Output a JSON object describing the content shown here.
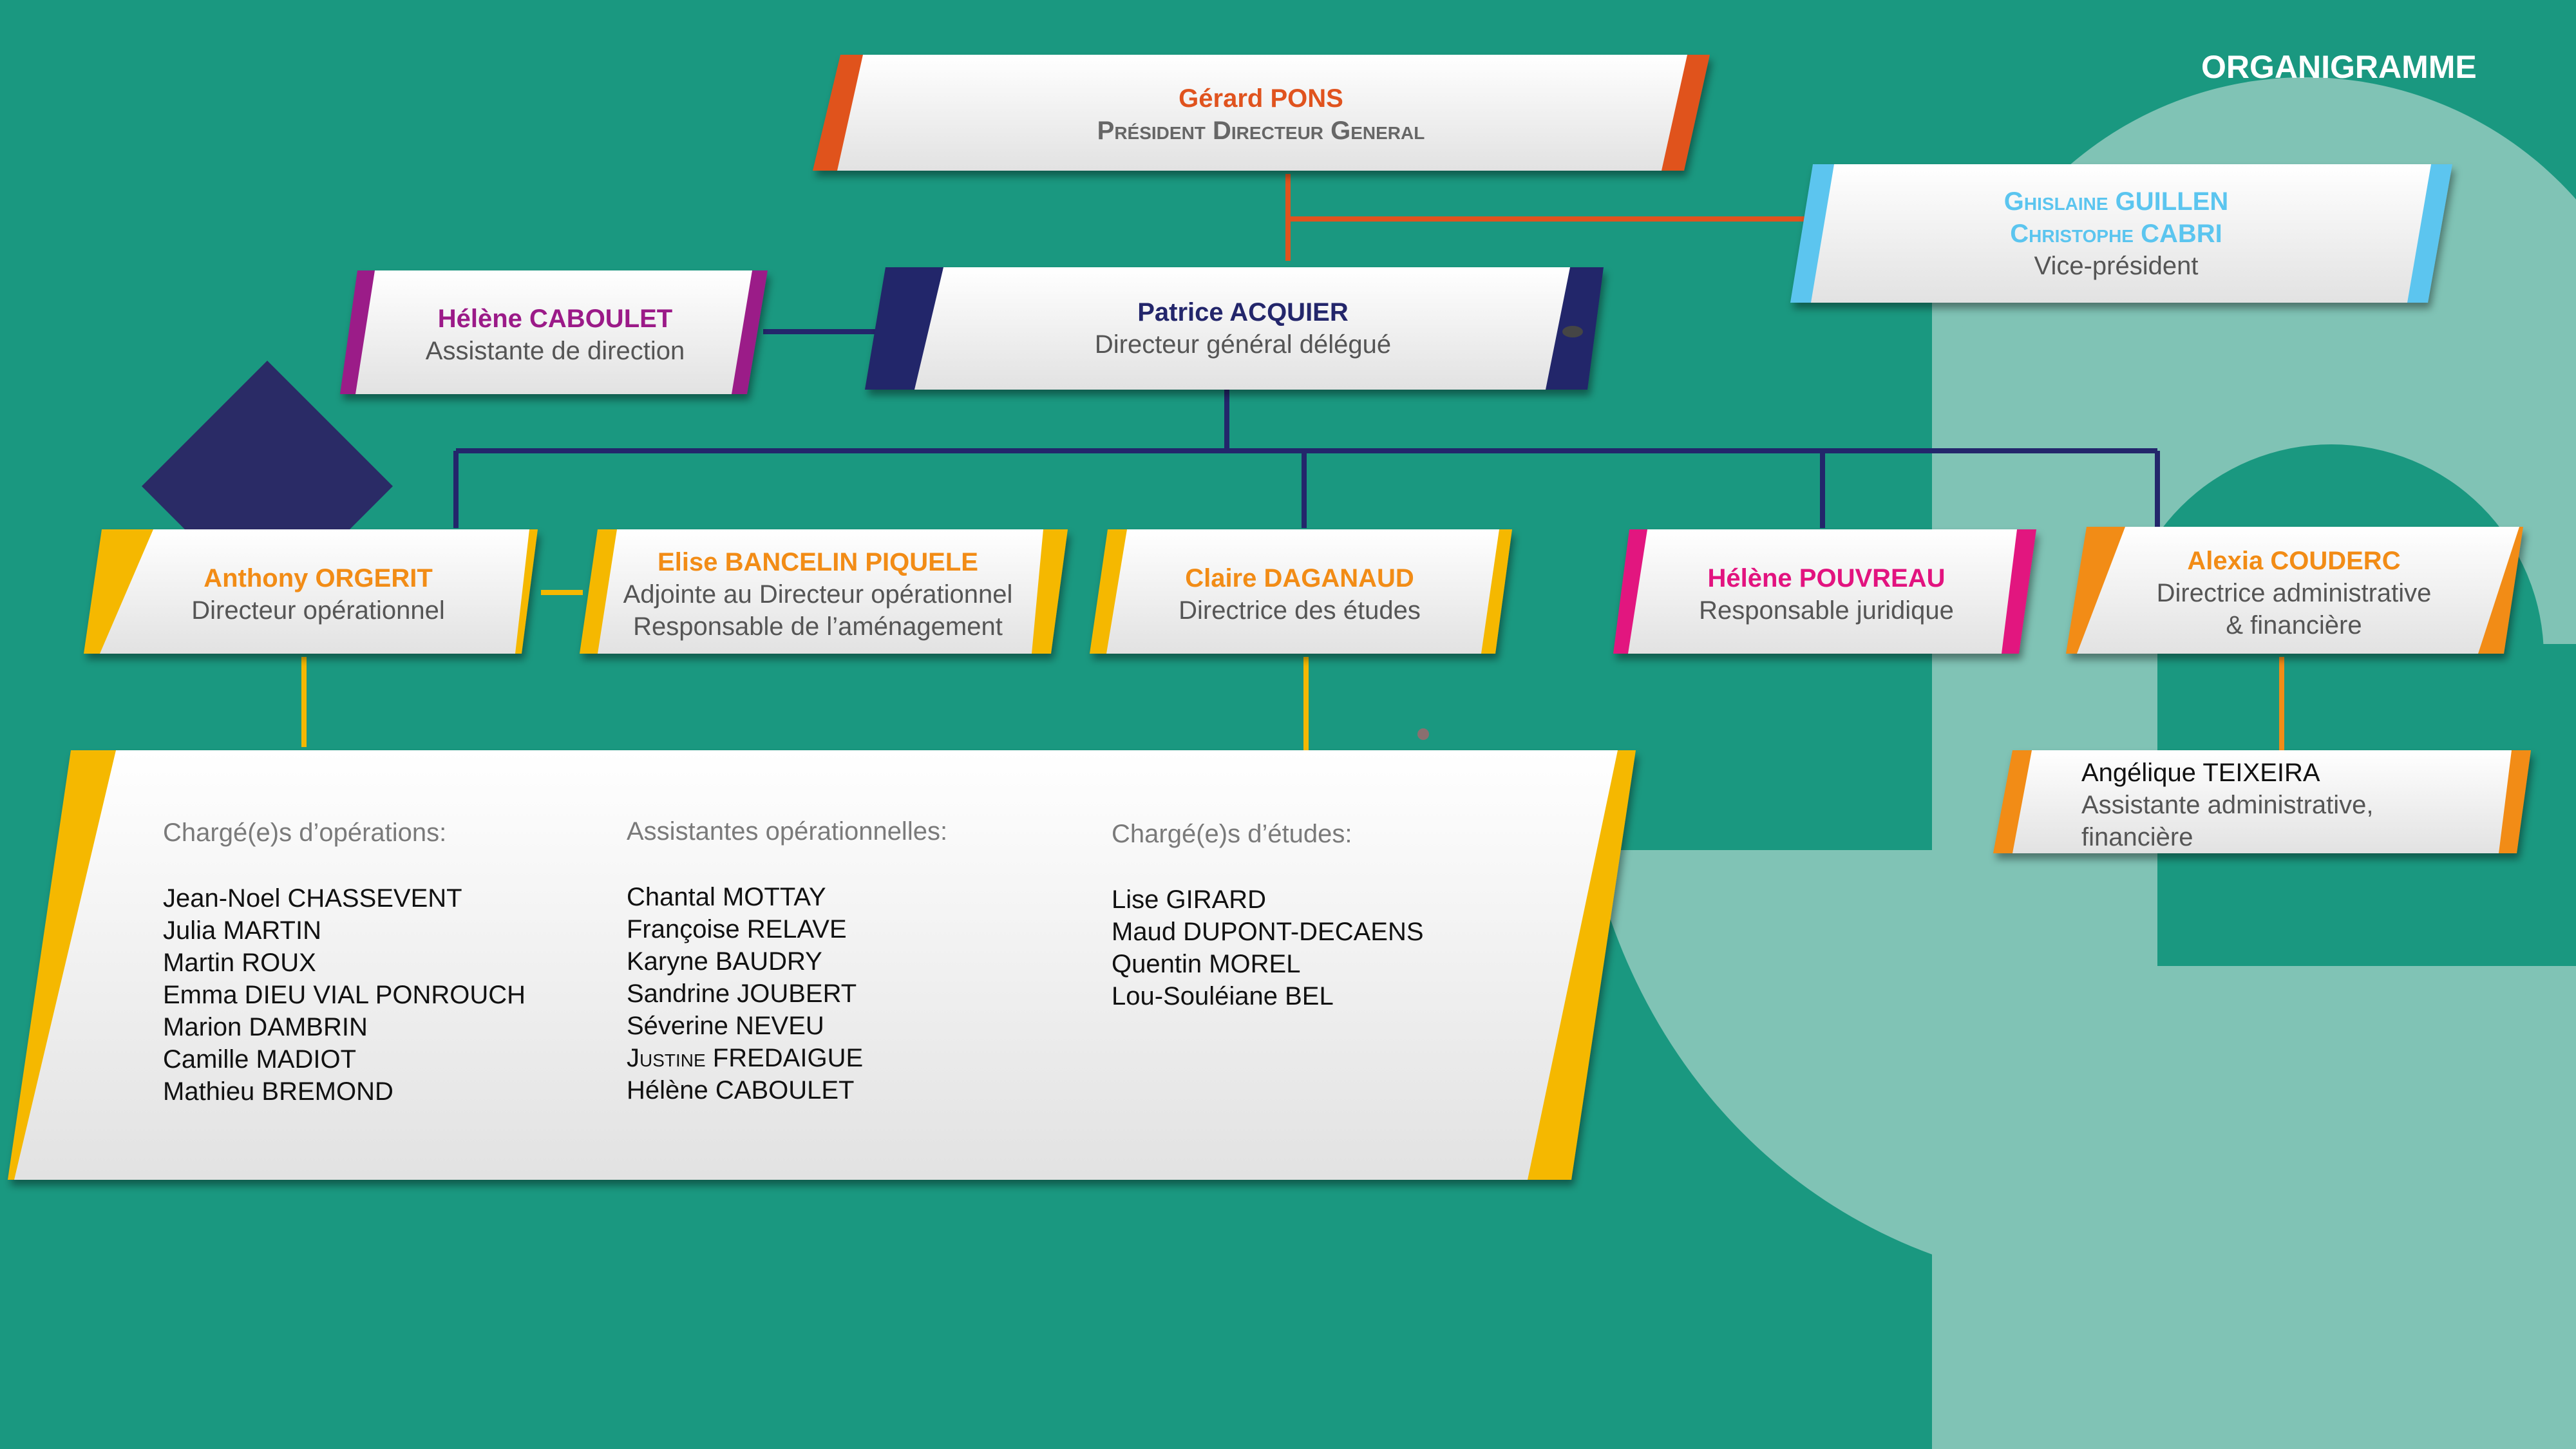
{
  "slide_title": "ORGANIGRAMME",
  "colors": {
    "background": "#1a9880",
    "watermark": "#80c3b5",
    "pons": "#e0531e",
    "guillen": "#5bc5ef",
    "acquier": "#23266b",
    "caboulet": "#9b1a88",
    "yellow": "#f5b800",
    "pouvreau": "#e2137f",
    "couderc": "#f28c16",
    "diamond": "#2a2b66"
  },
  "pons": {
    "name": "Gérard PONS",
    "role": "Président Directeur General"
  },
  "guillen": {
    "name1": "Ghislaine GUILLEN",
    "name2": "Christophe CABRI",
    "role": "Vice-président"
  },
  "acquier": {
    "name": "Patrice ACQUIER",
    "role": "Directeur général délégué"
  },
  "caboulet": {
    "name": "Hélène CABOULET",
    "role": "Assistante de direction"
  },
  "orgerit": {
    "name": "Anthony ORGERIT",
    "role": "Directeur opérationnel"
  },
  "bancelin": {
    "name": "Elise BANCELIN PIQUELE",
    "role1": "Adjointe au Directeur opérationnel",
    "role2": "Responsable de l’aménagement"
  },
  "daganaud": {
    "name": "Claire DAGANAUD",
    "role": "Directrice des études"
  },
  "pouvreau": {
    "name": "Hélène POUVREAU",
    "role": "Responsable juridique"
  },
  "couderc": {
    "name": "Alexia COUDERC",
    "role1": "Directrice administrative",
    "role2": "& financière"
  },
  "teixeira": {
    "name": "Angélique TEIXEIRA",
    "role1": "Assistante administrative,",
    "role2": "financière"
  },
  "team": {
    "operations": {
      "heading": "Chargé(e)s d’opérations:",
      "members": [
        "Jean-Noel CHASSEVENT",
        "Julia MARTIN",
        "Martin ROUX",
        "Emma DIEU VIAL PONROUCH",
        "Marion DAMBRIN",
        "Camille MADIOT",
        "Mathieu BREMOND"
      ]
    },
    "assistants": {
      "heading": "Assistantes opérationnelles:",
      "members": [
        "Chantal MOTTAY",
        "Françoise RELAVE",
        "Karyne BAUDRY",
        "Sandrine JOUBERT",
        "Séverine NEVEU",
        "Justine FREDAIGUE",
        "Hélène CABOULET"
      ]
    },
    "studies": {
      "heading": "Chargé(e)s d’études:",
      "members": [
        "Lise GIRARD",
        "Maud DUPONT-DECAENS",
        "Quentin MOREL",
        "Lou-Souléiane BEL"
      ]
    }
  }
}
